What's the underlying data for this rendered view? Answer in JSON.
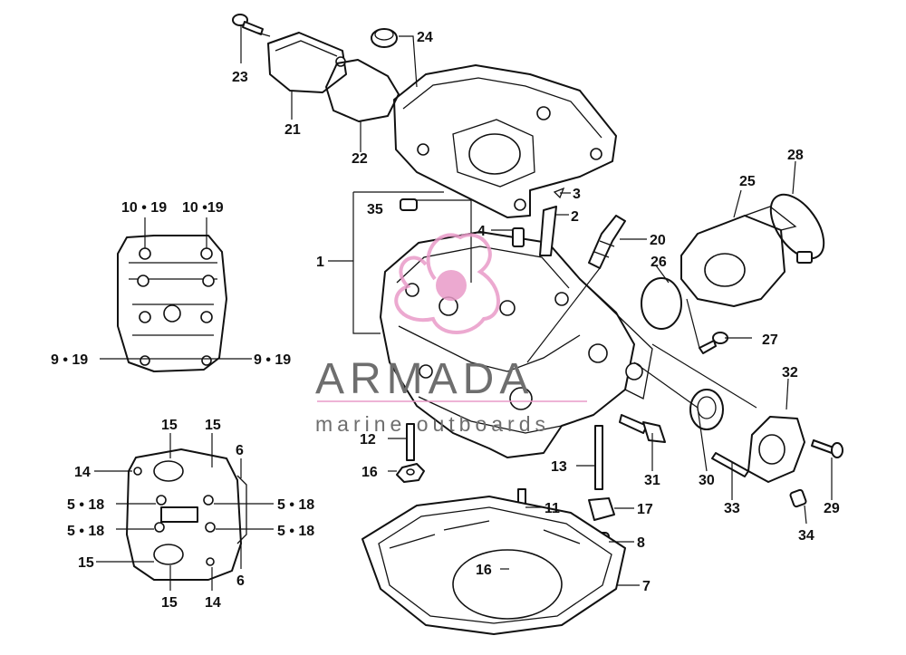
{
  "callouts": {
    "c1": "1",
    "c2": "2",
    "c3": "3",
    "c4": "4",
    "c5a": "5 • 18",
    "c5b": "5 • 18",
    "c5c": "5 • 18",
    "c5d": "5 • 18",
    "c6a": "6",
    "c6b": "6",
    "c7": "7",
    "c8": "8",
    "c9a": "9 • 19",
    "c9b": "9 • 19",
    "c10a": "10 • 19",
    "c10b": "10 •19",
    "c11": "11",
    "c12": "12",
    "c13": "13",
    "c14a": "14",
    "c14b": "14",
    "c15a": "15",
    "c15b": "15",
    "c15c": "15",
    "c15d": "15",
    "c16a": "16",
    "c16b": "16",
    "c17": "17",
    "c20": "20",
    "c21": "21",
    "c22": "22",
    "c23": "23",
    "c24": "24",
    "c25": "25",
    "c26": "26",
    "c27": "27",
    "c28": "28",
    "c29": "29",
    "c30": "30",
    "c31": "31",
    "c32": "32",
    "c33": "33",
    "c34": "34",
    "c35": "35"
  },
  "watermark": {
    "brand": "ARMADA",
    "tagline": "marine outboards",
    "logo_color": "#e99ac8",
    "text_color": "#6e6e6e"
  }
}
